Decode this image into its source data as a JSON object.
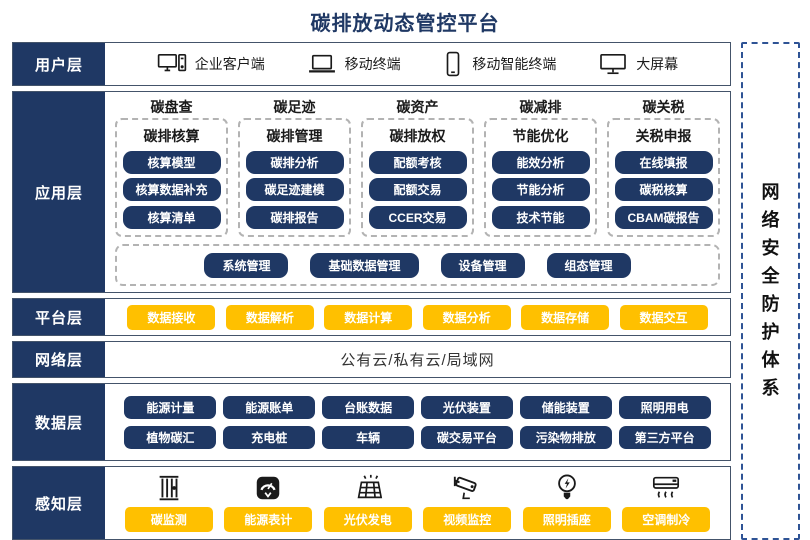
{
  "title": "碳排放动态管控平台",
  "security": {
    "label": "网络安全防护体系"
  },
  "user_layer": {
    "label": "用户层",
    "items": [
      {
        "icon": "desktop-pc-icon",
        "label": "企业客户端"
      },
      {
        "icon": "laptop-icon",
        "label": "移动终端"
      },
      {
        "icon": "smartphone-icon",
        "label": "移动智能终端"
      },
      {
        "icon": "big-screen-icon",
        "label": "大屏幕"
      }
    ]
  },
  "app_layer": {
    "label": "应用层",
    "columns": [
      {
        "header": "碳盘查",
        "subheader": "碳排核算",
        "buttons": [
          "核算模型",
          "核算数据补充",
          "核算清单"
        ]
      },
      {
        "header": "碳足迹",
        "subheader": "碳排管理",
        "buttons": [
          "碳排分析",
          "碳足迹建模",
          "碳排报告"
        ]
      },
      {
        "header": "碳资产",
        "subheader": "碳排放权",
        "buttons": [
          "配额考核",
          "配额交易",
          "CCER交易"
        ]
      },
      {
        "header": "碳减排",
        "subheader": "节能优化",
        "buttons": [
          "能效分析",
          "节能分析",
          "技术节能"
        ]
      },
      {
        "header": "碳关税",
        "subheader": "关税申报",
        "buttons": [
          "在线填报",
          "碳税核算",
          "CBAM碳报告"
        ]
      }
    ],
    "common_buttons": [
      "系统管理",
      "基础数据管理",
      "设备管理",
      "组态管理"
    ]
  },
  "platform_layer": {
    "label": "平台层",
    "buttons": [
      "数据接收",
      "数据解析",
      "数据计算",
      "数据分析",
      "数据存储",
      "数据交互"
    ]
  },
  "network_layer": {
    "label": "网络层",
    "content": "公有云/私有云/局域网"
  },
  "data_layer": {
    "label": "数据层",
    "row1": [
      "能源计量",
      "能源账单",
      "台账数据",
      "光伏装置",
      "储能装置",
      "照明用电"
    ],
    "row2": [
      "植物碳汇",
      "充电桩",
      "车辆",
      "碳交易平台",
      "污染物排放",
      "第三方平台"
    ]
  },
  "perception_layer": {
    "label": "感知层",
    "items": [
      {
        "icon": "carbon-monitor-icon",
        "label": "碳监测"
      },
      {
        "icon": "energy-meter-icon",
        "label": "能源表计"
      },
      {
        "icon": "solar-panel-icon",
        "label": "光伏发电"
      },
      {
        "icon": "cctv-camera-icon",
        "label": "视频监控"
      },
      {
        "icon": "light-bulb-icon",
        "label": "照明插座"
      },
      {
        "icon": "air-conditioner-icon",
        "label": "空调制冷"
      }
    ]
  },
  "colors": {
    "navy": "#1F3864",
    "yellow": "#FFC000",
    "border": "#44546A",
    "dashed_blue": "#2E5395"
  }
}
